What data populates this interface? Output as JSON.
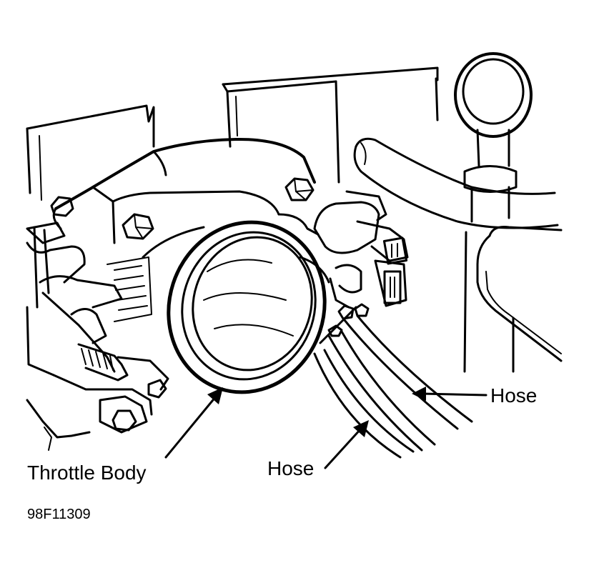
{
  "labels": {
    "throttle_body": "Throttle Body",
    "hose_left": "Hose",
    "hose_right": "Hose"
  },
  "figure_id": "98F11309",
  "colors": {
    "line": "#000000",
    "background": "#ffffff"
  }
}
